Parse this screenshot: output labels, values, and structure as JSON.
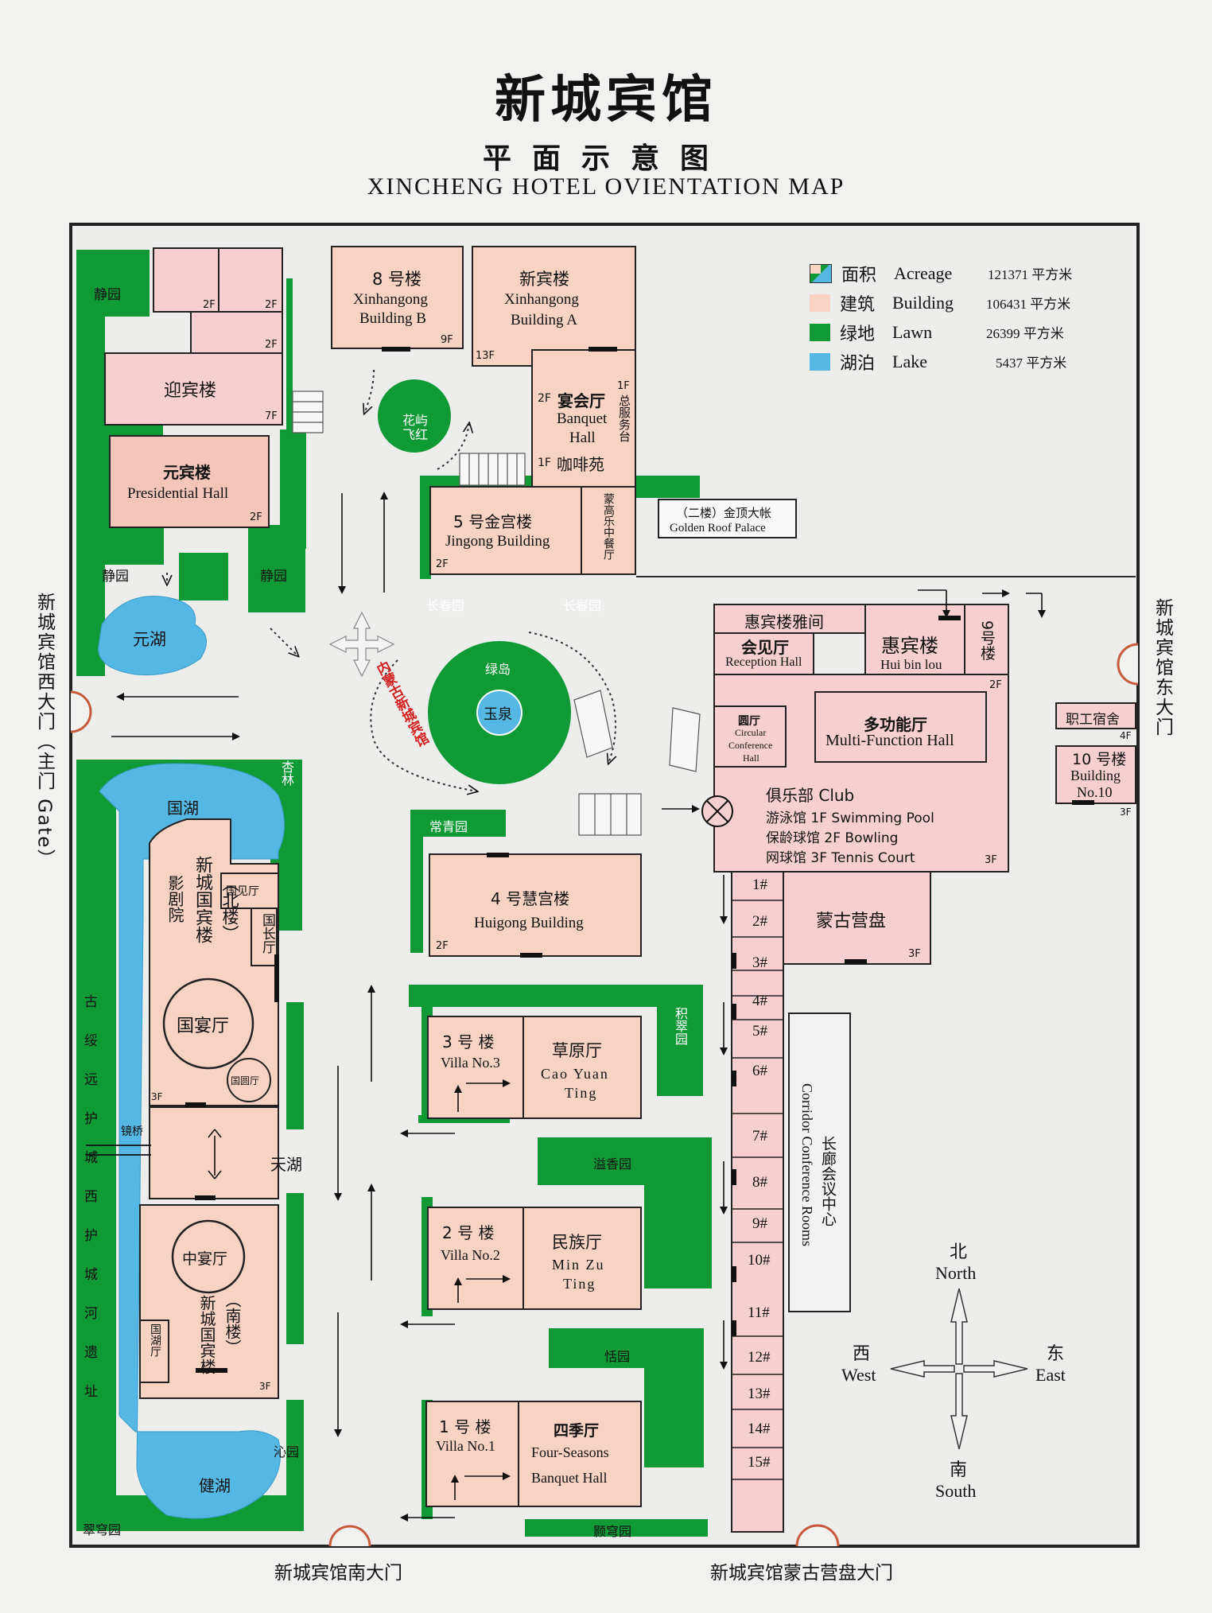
{
  "title": {
    "cn": "新城宾馆",
    "sub": "平面示意图",
    "en": "XINCHENG HOTEL OVIENTATION MAP"
  },
  "colors": {
    "building": "#f8d3c4",
    "building_strong": "#f4c6ba",
    "building_pink": "#f8cfd0",
    "lawn": "#0f9a36",
    "lake": "#55b8e4",
    "road": "#ededec",
    "frame": "#222222"
  },
  "legend": [
    {
      "cn": "面积",
      "en": "Acreage",
      "value": "121371 平方米",
      "swatch": "acreage"
    },
    {
      "cn": "建筑",
      "en": "Building",
      "value": "106431 平方米",
      "swatch": "building"
    },
    {
      "cn": "绿地",
      "en": "Lawn",
      "value": "26399 平方米",
      "swatch": "lawn"
    },
    {
      "cn": "湖泊",
      "en": "Lake",
      "value": "5437 平方米",
      "swatch": "lake"
    }
  ],
  "gates": {
    "west": "新城宾馆西大门（主门 Gate）",
    "east": "新城宾馆东大门",
    "south": "新城宾馆南大门",
    "mongol": "新城宾馆蒙古营盘大门"
  },
  "compass": {
    "n_cn": "北",
    "n_en": "North",
    "s_cn": "南",
    "s_en": "South",
    "w_cn": "西",
    "w_en": "West",
    "e_cn": "东",
    "e_en": "East"
  },
  "floor": {
    "f2": "2F",
    "f3": "3F",
    "f4": "4F",
    "f7": "7F",
    "f9": "9F",
    "f13": "13F",
    "f1": "1F"
  },
  "buildings": {
    "b8_cn": "8 号楼",
    "b8_en1": "Xinhangong",
    "b8_en2": "Building B",
    "xinbin_cn": "新宾楼",
    "xinbin_en1": "Xinhangong",
    "xinbin_en2": "Building A",
    "banquet_cn": "宴会厅",
    "banquet_en1": "Banquet",
    "banquet_en2": "Hall",
    "cafe": "咖啡苑",
    "service_desk": "总服务台",
    "yingbin": "迎宾楼",
    "yuanbin_cn": "元宾楼",
    "yuanbin_en": "Presidential Hall",
    "b5_cn": "5 号金宫楼",
    "b5_en": "Jingong Building",
    "menggao": "蒙高乐中餐厅",
    "golden_cn": "（二楼）金顶大帐",
    "golden_en": "Golden Roof Palace",
    "huibin_yajian": "惠宾楼雅间",
    "huijian_cn": "会见厅",
    "huijian_en": "Reception Hall",
    "huibin_cn": "惠宾楼",
    "huibin_en": "Hui bin lou",
    "b9": "9号楼",
    "staff_dorm": "职工宿舍",
    "b10_cn": "10 号楼",
    "b10_en1": "Building",
    "b10_en2": "No.10",
    "yuanting_cn": "圆厅",
    "yuanting_en1": "Circular",
    "yuanting_en2": "Conference",
    "yuanting_en3": "Hall",
    "duogong_cn": "多功能厅",
    "duogong_en": "Multi-Function Hall",
    "club_title": "俱乐部 Club",
    "club_l1": "游泳馆 1F   Swimming Pool",
    "club_l2": "保龄球馆 2F   Bowling",
    "club_l3": "网球馆 3F   Tennis Court",
    "b4_cn": "4 号慧宫楼",
    "b4_en": "Huigong Building",
    "mongol_camp": "蒙古营盘",
    "theatre": "影剧院",
    "north_bldg": "新城国宾楼",
    "north_tag": "（北楼）",
    "guojian": "国见厅",
    "guochang": "国长厅",
    "guoyan": "国宴厅",
    "guoyuan": "国圆厅",
    "zhongyan": "中宴厅",
    "south_bldg": "新城国宾楼",
    "south_tag": "（南楼）",
    "guohu_ting": "国湖厅",
    "v3_cn": "3 号 楼",
    "v3_en": "Villa No.3",
    "caoyuan_cn": "草原厅",
    "caoyuan_en1": "Cao Yuan",
    "caoyuan_en2": "Ting",
    "v2_cn": "2 号 楼",
    "v2_en": "Villa No.2",
    "minzu_cn": "民族厅",
    "minzu_en1": "Min Zu",
    "minzu_en2": "Ting",
    "v1_cn": "1 号 楼",
    "v1_en": "Villa No.1",
    "siji_cn": "四季厅",
    "siji_en1": "Four-Seasons",
    "siji_en2": "Banquet Hall",
    "corridor_cn": "长廊会议中心",
    "corridor_en": "Corridor Conference Rooms"
  },
  "rooms": [
    "1#",
    "2#",
    "3#",
    "4#",
    "5#",
    "6#",
    "7#",
    "8#",
    "9#",
    "10#",
    "11#",
    "12#",
    "13#",
    "14#",
    "15#"
  ],
  "gardens": {
    "jingyuan": "静园",
    "changchun": "长春园",
    "changqing": "常青园",
    "xinglin": "杏林",
    "jicui": "积翠园",
    "yixiang": "溢香园",
    "tianyuan": "恬园",
    "qinyuan": "沁园",
    "cuiqiong": "翠穹园",
    "haoqiong": "颢穹园",
    "huayu": "花屿飞红",
    "lvdao": "绿岛",
    "yuquan": "玉泉",
    "neimeng": "内蒙古新城宾馆"
  },
  "lakes": {
    "yuanhu": "元湖",
    "guohu": "国湖",
    "tianhu": "天湖",
    "jianhu": "健湖"
  },
  "misc": {
    "moat": "古绥远护城西护城河遗址",
    "mirror_bridge": "镜桥"
  }
}
